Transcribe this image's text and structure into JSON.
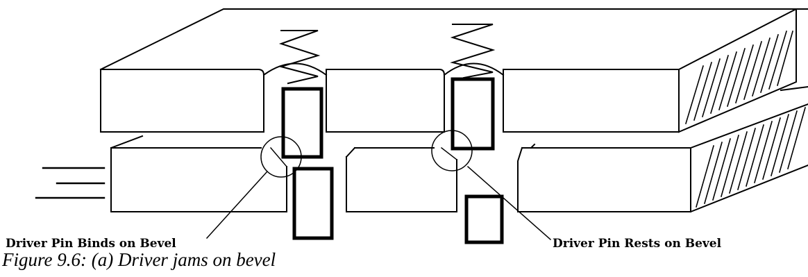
{
  "labels": {
    "left": "Driver Pin Binds on Bevel",
    "right": "Driver Pin Rests on Bevel"
  },
  "caption": "Figure 9.6: (a) Driver jams on bevel",
  "colors": {
    "ink": "#000000",
    "background": "#ffffff"
  }
}
